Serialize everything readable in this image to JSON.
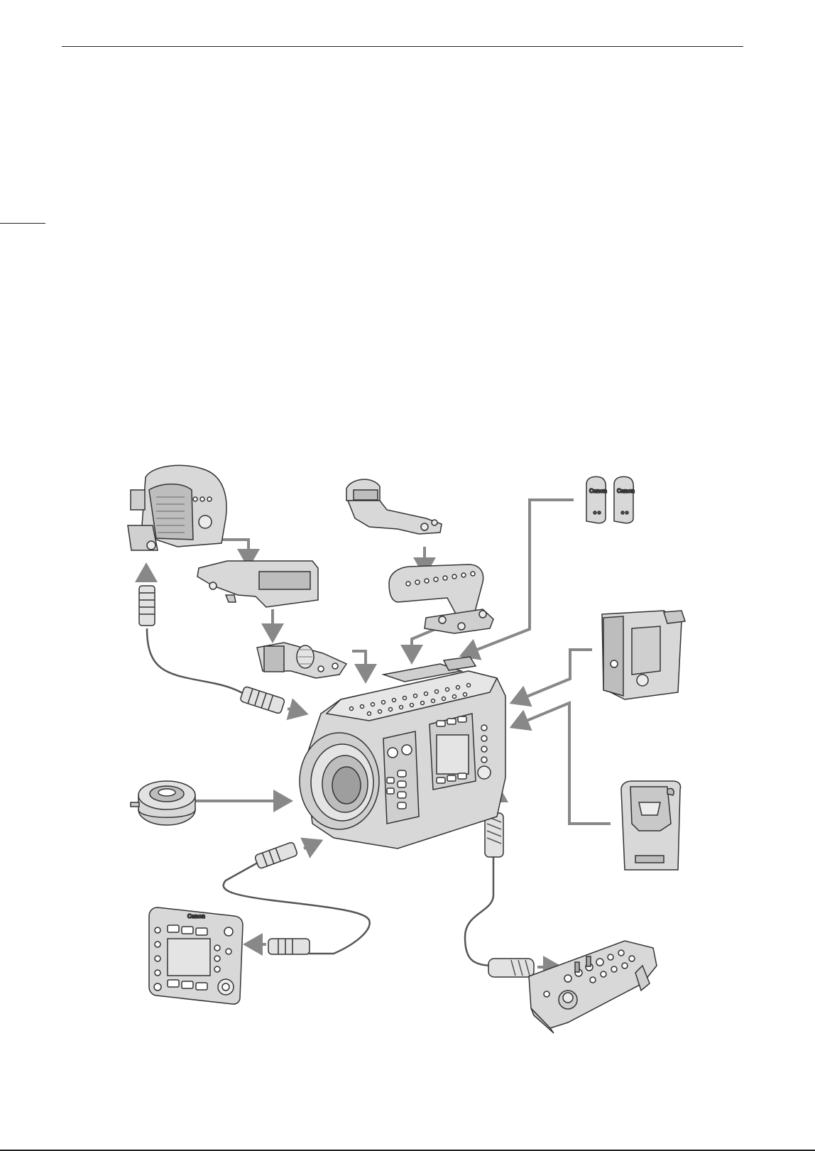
{
  "brand": {
    "logo_remote_unit": "Canon",
    "logo_adapter_1": "Canon",
    "logo_adapter_2": "Canon"
  },
  "colors": {
    "arrow": "#888888",
    "outline": "#333333",
    "body_fill": "#d8d8d8",
    "dark_fill": "#bdbdbd",
    "light_fill": "#ececec"
  }
}
